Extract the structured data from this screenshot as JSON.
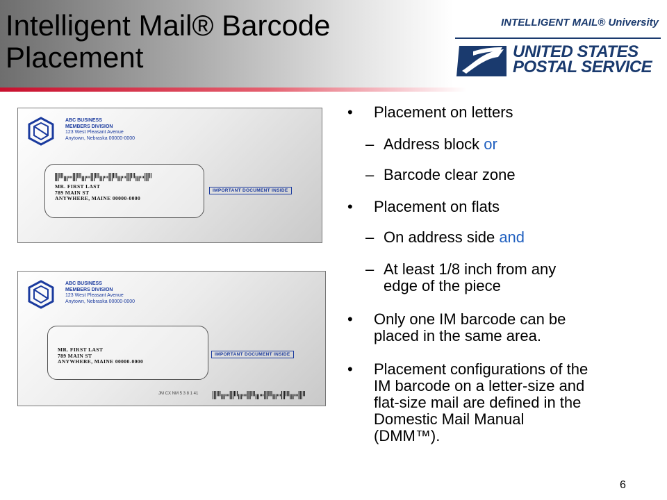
{
  "header": {
    "title_line1": "Intelligent Mail® Barcode",
    "title_line2": "Placement",
    "university_label": "INTELLIGENT MAIL® University",
    "usps_line1": "UNITED STATES",
    "usps_line2": "POSTAL SERVICE"
  },
  "envelope": {
    "return_line1": "ABC BUSINESS",
    "return_line2": "MEMBERS DIVISION",
    "return_line3": "123 West Pleasant Avenue",
    "return_line4": "Anytown, Nebraska 00000-0000",
    "addr_line1": "MR. FIRST LAST",
    "addr_line2": "789 MAIN ST",
    "addr_line3": "ANYWHERE, MAINE 00000-0000",
    "important_label": "IMPORTANT DOCUMENT INSIDE",
    "clear_zone_code": "JM CX NM 5  3 8 1 41"
  },
  "bullets": {
    "b1": "Placement on letters",
    "b1_s1": "Address block",
    "b1_s1_conj": " or",
    "b1_s2": "Barcode clear zone",
    "b2": "Placement on flats",
    "b2_s1": "On address side",
    "b2_s1_conj": " and",
    "b2_s2_line1": "At least 1/8 inch from any",
    "b2_s2_line2": "edge of the piece",
    "b3_line1": "Only one IM barcode can be",
    "b3_line2": "placed in the same area.",
    "b4_line1": "Placement configurations of the",
    "b4_line2": "IM barcode on a letter-size and",
    "b4_line3": "flat-size mail are defined in the",
    "b4_line4": "Domestic Mail Manual",
    "b4_line5": "(DMM™).",
    "bullet_glyph": "•",
    "dash_glyph": "–"
  },
  "footer": {
    "page_number": "6"
  },
  "colors": {
    "accent_blue": "#1f5fbf",
    "usps_navy": "#1a3a6e",
    "rule_red": "#c8102e"
  }
}
